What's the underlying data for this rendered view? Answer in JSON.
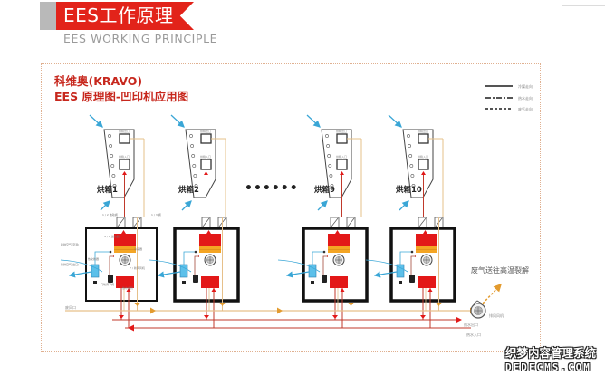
{
  "header": {
    "title": "EES工作原理",
    "subtitle": "EES WORKING PRINCIPLE"
  },
  "diagram": {
    "title_line1": "科维奥(KRAVO)",
    "title_line2": "EES 原理图-凹印机应用图",
    "legend": [
      {
        "style": "solid",
        "label": "冷媒走向"
      },
      {
        "style": "dash-dot",
        "label": "热水走向"
      },
      {
        "style": "dashed",
        "label": "废气走向"
      }
    ],
    "ovens": [
      {
        "label": "烘箱1"
      },
      {
        "label": "烘箱2"
      },
      {
        "label": "烘箱9"
      },
      {
        "label": "烘箱10"
      }
    ],
    "ellipsis": "••••••",
    "oven_port_labels": {
      "outlet": "烘箱出口",
      "inlet": "烘箱入口"
    },
    "unit_labels": {
      "valve": "1 / 2 电动阀",
      "valve_right": "1 / 3 阀",
      "heater": "4 / 1 加热器",
      "coil": "冷凝器",
      "fan": "7 / 新风风机",
      "fresh_air_in": "新鲜空气(室温)",
      "fresh_air_out": "新鲜空气(出口)",
      "heat_exchanger": "热交换器",
      "bottom_heater": "热水盘管",
      "small_valve": "气动调节阀"
    },
    "pipe_labels": {
      "exhaust_outlet": "废风口",
      "hot_water_out": "热水出口",
      "hot_water_in": "热水入口",
      "exhaust_fan": "排风风机"
    },
    "exhaust_note": "废气送往高温裂解"
  },
  "watermark": {
    "cn": "织梦内容管理系统",
    "en": "DEDECMS.COM"
  },
  "colors": {
    "brand_red": "#e2231a",
    "title_red": "#c7271d",
    "pipe_tan": "#e6c08a",
    "pipe_red": "#c0392b",
    "pipe_orange": "#e39b2f",
    "air_blue": "#3aa6d6",
    "heater_red": "#e31818",
    "coil_orange": "#f4a524"
  }
}
